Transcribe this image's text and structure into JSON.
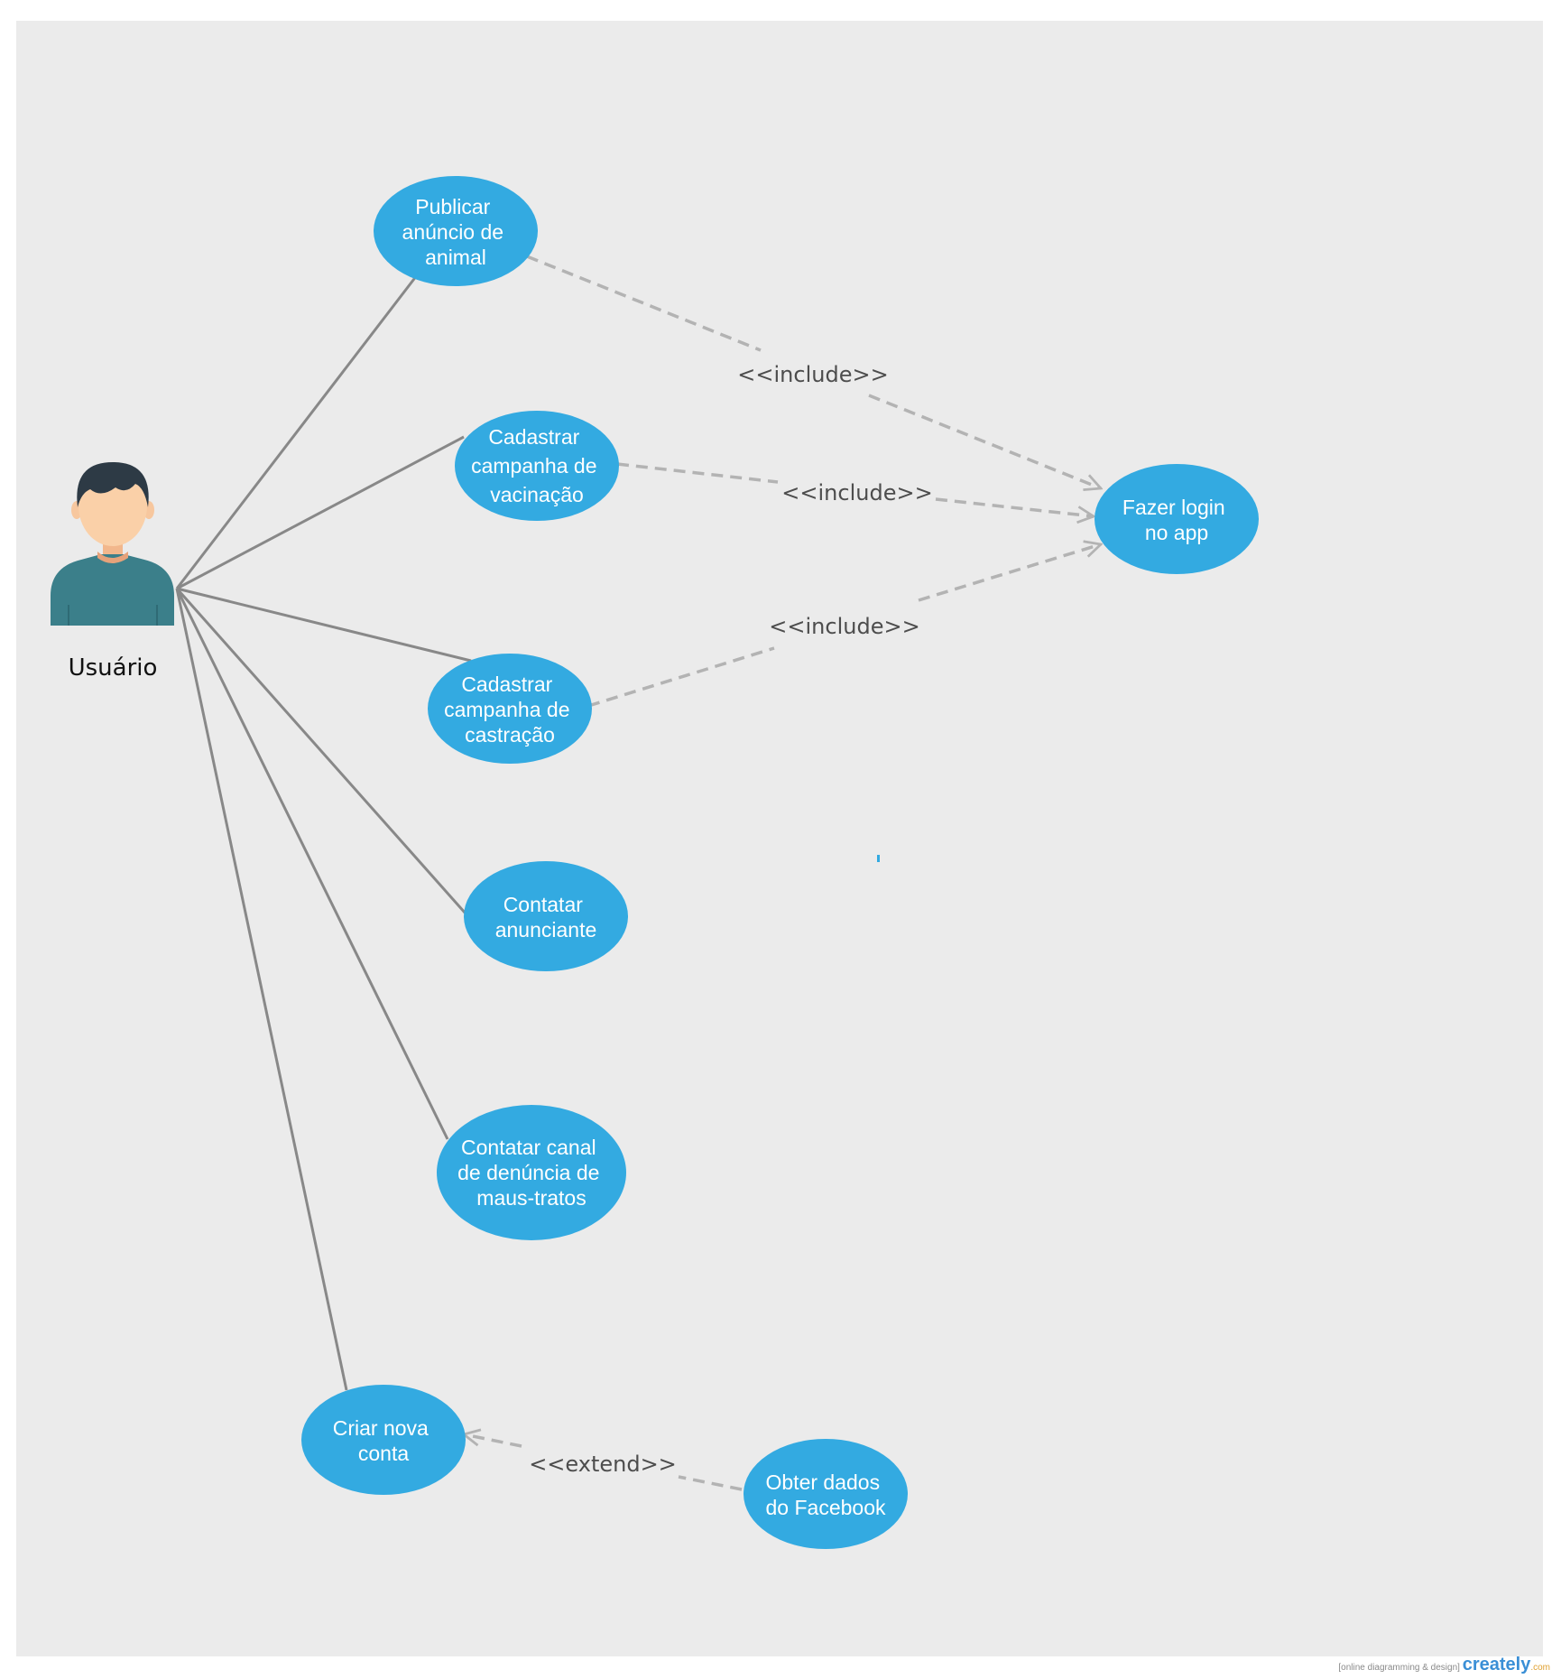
{
  "diagram": {
    "actor": {
      "label": "Usuário"
    },
    "use_cases": {
      "publicar": [
        "Publicar",
        "anúncio de",
        "animal"
      ],
      "vacinacao": [
        "Cadastrar",
        "campanha de",
        "vacinação"
      ],
      "castracao": [
        "Cadastrar",
        "campanha de",
        "castração"
      ],
      "contatar_anunciante": [
        "Contatar",
        "anunciante"
      ],
      "denuncia": [
        "Contatar canal",
        "de denúncia de",
        "maus-tratos"
      ],
      "criar_conta": [
        "Criar nova",
        "conta"
      ],
      "login": [
        "Fazer login",
        "no app"
      ],
      "facebook": [
        "Obter dados",
        "do Facebook"
      ]
    },
    "relations": {
      "include_1": "<<include>>",
      "include_2": "<<include>>",
      "include_3": "<<include>>",
      "extend": "<<extend>>"
    }
  },
  "watermark": {
    "tagline": "[online diagramming & design]",
    "brand": "creately",
    "domain": ".com"
  },
  "colors": {
    "use_case_fill": "#33aae1",
    "association": "#888888",
    "dependency": "#b3b3b3",
    "background": "#ebebeb"
  }
}
